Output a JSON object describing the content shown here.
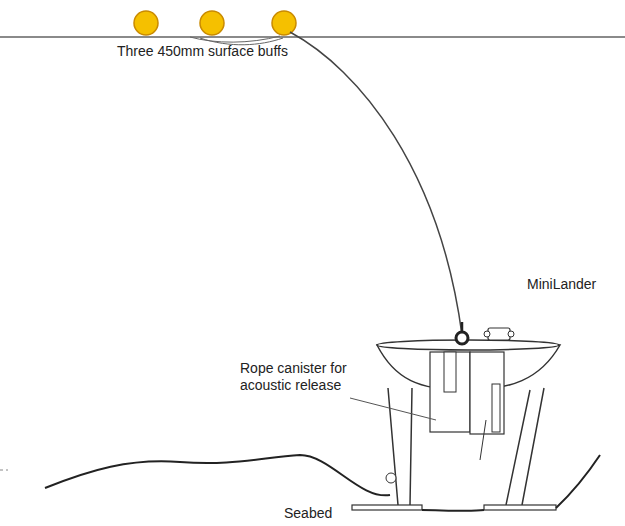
{
  "diagram": {
    "labels": [
      "Three 450mm surface buffs",
      "MiniLander",
      "Rope canister for acoustic release",
      "Seabed"
    ]
  }
}
